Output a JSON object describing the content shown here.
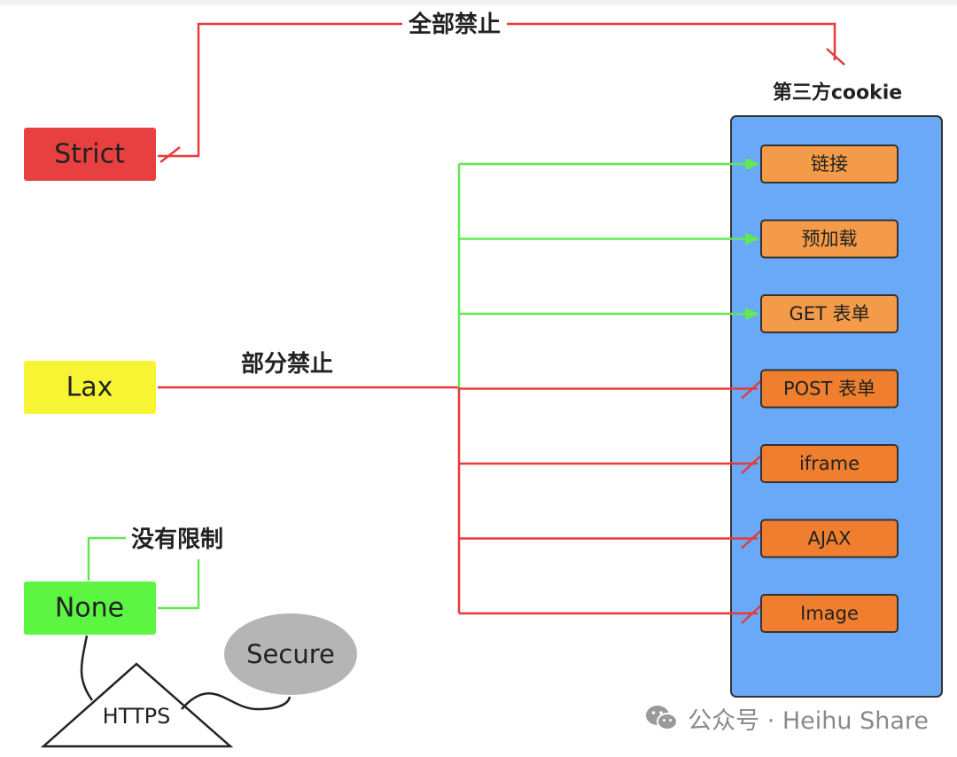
{
  "policies": {
    "strict": {
      "label": "Strict",
      "color": "#e84040"
    },
    "lax": {
      "label": "Lax",
      "color": "#f7f533"
    },
    "none": {
      "label": "None",
      "color": "#5cf542"
    }
  },
  "edge_labels": {
    "strict": "全部禁止",
    "lax": "部分禁止",
    "none": "没有限制"
  },
  "third_party": {
    "title": "第三方cookie",
    "panel_color": "#6aa9f7",
    "items": [
      {
        "label": "链接",
        "color": "#f39b49",
        "allowed_by_lax": true
      },
      {
        "label": "预加载",
        "color": "#f39b49",
        "allowed_by_lax": true
      },
      {
        "label": "GET 表单",
        "color": "#f39b49",
        "allowed_by_lax": true
      },
      {
        "label": "POST 表单",
        "color": "#ef7f2e",
        "allowed_by_lax": false
      },
      {
        "label": "iframe",
        "color": "#ef7f2e",
        "allowed_by_lax": false
      },
      {
        "label": "AJAX",
        "color": "#ef7f2e",
        "allowed_by_lax": false
      },
      {
        "label": "Image",
        "color": "#ef7f2e",
        "allowed_by_lax": false
      }
    ]
  },
  "requirements": {
    "https": "HTTPS",
    "secure": "Secure"
  },
  "colors": {
    "block_line": "#e83a3a",
    "allow_line": "#62e851",
    "secure_fill": "#b5b5b5"
  },
  "watermark": {
    "text": "公众号 · Heihu Share",
    "icon": "wechat-icon"
  }
}
